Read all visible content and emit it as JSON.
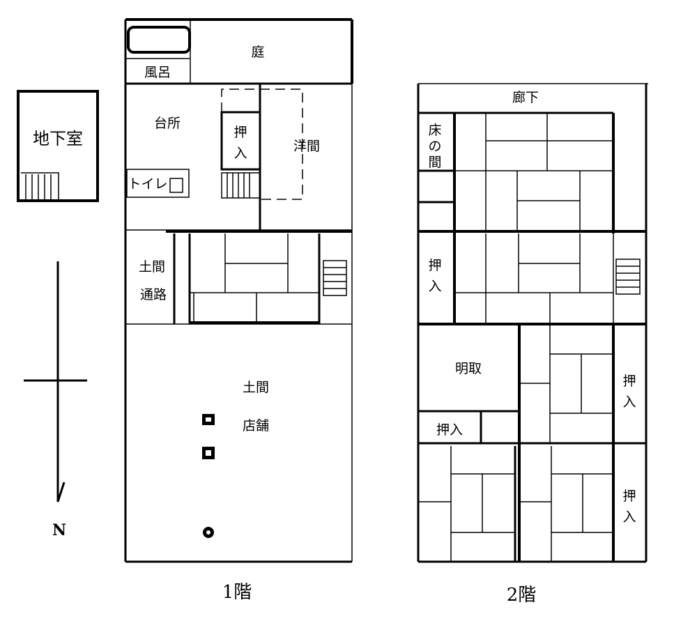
{
  "basement": {
    "label": "地下室"
  },
  "compass": {
    "north_label": "N"
  },
  "floor1": {
    "title": "1階",
    "rooms": {
      "bath": "風呂",
      "garden": "庭",
      "kitchen": "台所",
      "toilet": "トイレ",
      "closet": "押入",
      "western_room": "洋間",
      "doma_passage_1": "土間",
      "doma_passage_2": "通路",
      "doma_shop_1": "土間",
      "doma_shop_2": "店舗"
    }
  },
  "floor2": {
    "title": "2階",
    "rooms": {
      "corridor": "廊下",
      "tokonoma_1": "床",
      "tokonoma_2": "の",
      "tokonoma_3": "間",
      "closet_left_1": "押",
      "closet_left_2": "入",
      "akari": "明取",
      "closet_small": "押入",
      "closet_right1_1": "押",
      "closet_right1_2": "入",
      "closet_right2_1": "押",
      "closet_right2_2": "入"
    }
  }
}
